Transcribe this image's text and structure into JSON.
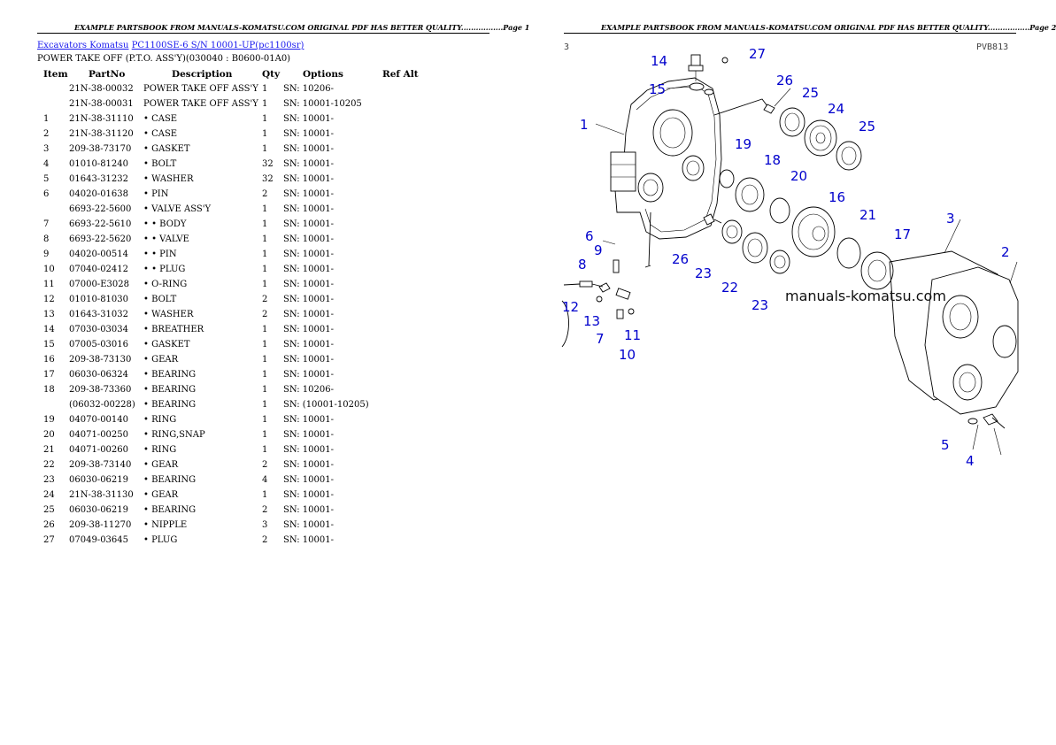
{
  "pages": [
    {
      "header": "EXAMPLE PARTSBOOK FROM MANUALS-KOMATSU.COM ORIGINAL PDF HAS BETTER QUALITY.................Page 1"
    },
    {
      "header": "EXAMPLE PARTSBOOK FROM MANUALS-KOMATSU.COM ORIGINAL PDF HAS BETTER QUALITY.................Page 2"
    }
  ],
  "breadcrumb": {
    "category": "Excavators Komatsu",
    "model": "PC1100SE-6 S/N 10001-UP(pc1100sr)"
  },
  "doc_title": "POWER TAKE OFF (P.T.O. ASS'Y)(030040 : B0600-01A0)",
  "table": {
    "headers": [
      "Item",
      "PartNo",
      "Description",
      "Qty",
      "Options",
      "Ref Alt"
    ],
    "rows": [
      [
        "",
        "21N-38-00032",
        "POWER TAKE OFF ASS'Y",
        "1",
        "SN: 10206-",
        ""
      ],
      [
        "",
        "21N-38-00031",
        "POWER TAKE OFF ASS'Y",
        "1",
        "SN: 10001-10205",
        ""
      ],
      [
        "1",
        "21N-38-31110",
        "• CASE",
        "1",
        "SN: 10001-",
        ""
      ],
      [
        "2",
        "21N-38-31120",
        "• CASE",
        "1",
        "SN: 10001-",
        ""
      ],
      [
        "3",
        "209-38-73170",
        "• GASKET",
        "1",
        "SN: 10001-",
        ""
      ],
      [
        "4",
        "01010-81240",
        "• BOLT",
        "32",
        "SN: 10001-",
        ""
      ],
      [
        "5",
        "01643-31232",
        "• WASHER",
        "32",
        "SN: 10001-",
        ""
      ],
      [
        "6",
        "04020-01638",
        "• PIN",
        "2",
        "SN: 10001-",
        ""
      ],
      [
        "",
        "6693-22-5600",
        "• VALVE ASS'Y",
        "1",
        "SN: 10001-",
        ""
      ],
      [
        "7",
        "6693-22-5610",
        "• • BODY",
        "1",
        "SN: 10001-",
        ""
      ],
      [
        "8",
        "6693-22-5620",
        "• • VALVE",
        "1",
        "SN: 10001-",
        ""
      ],
      [
        "9",
        "04020-00514",
        "• • PIN",
        "1",
        "SN: 10001-",
        ""
      ],
      [
        "10",
        "07040-02412",
        "• • PLUG",
        "1",
        "SN: 10001-",
        ""
      ],
      [
        "11",
        "07000-E3028",
        "• O-RING",
        "1",
        "SN: 10001-",
        ""
      ],
      [
        "12",
        "01010-81030",
        "• BOLT",
        "2",
        "SN: 10001-",
        ""
      ],
      [
        "13",
        "01643-31032",
        "• WASHER",
        "2",
        "SN: 10001-",
        ""
      ],
      [
        "14",
        "07030-03034",
        "• BREATHER",
        "1",
        "SN: 10001-",
        ""
      ],
      [
        "15",
        "07005-03016",
        "• GASKET",
        "1",
        "SN: 10001-",
        ""
      ],
      [
        "16",
        "209-38-73130",
        "• GEAR",
        "1",
        "SN: 10001-",
        ""
      ],
      [
        "17",
        "06030-06324",
        "• BEARING",
        "1",
        "SN: 10001-",
        ""
      ],
      [
        "18",
        "209-38-73360",
        "• BEARING",
        "1",
        "SN: 10206-",
        ""
      ],
      [
        "",
        "(06032-00228)",
        "• BEARING",
        "1",
        "SN: (10001-10205)",
        ""
      ],
      [
        "19",
        "04070-00140",
        "• RING",
        "1",
        "SN: 10001-",
        ""
      ],
      [
        "20",
        "04071-00250",
        "• RING,SNAP",
        "1",
        "SN: 10001-",
        ""
      ],
      [
        "21",
        "04071-00260",
        "• RING",
        "1",
        "SN: 10001-",
        ""
      ],
      [
        "22",
        "209-38-73140",
        "• GEAR",
        "2",
        "SN: 10001-",
        ""
      ],
      [
        "23",
        "06030-06219",
        "• BEARING",
        "4",
        "SN: 10001-",
        ""
      ],
      [
        "24",
        "21N-38-31130",
        "• GEAR",
        "1",
        "SN: 10001-",
        ""
      ],
      [
        "25",
        "06030-06219",
        "• BEARING",
        "2",
        "SN: 10001-",
        ""
      ],
      [
        "26",
        "209-38-11270",
        "• NIPPLE",
        "3",
        "SN: 10001-",
        ""
      ],
      [
        "27",
        "07049-03645",
        "• PLUG",
        "2",
        "SN: 10001-",
        ""
      ]
    ]
  },
  "diagram": {
    "corner_left": "3",
    "corner_right": "PVB813",
    "watermark": "manuals-komatsu.com",
    "callouts": [
      "14",
      "27",
      "26",
      "25",
      "24",
      "25",
      "15",
      "1",
      "19",
      "18",
      "20",
      "16",
      "21",
      "17",
      "3",
      "2",
      "6",
      "9",
      "26",
      "23",
      "22",
      "8",
      "12",
      "13",
      "7",
      "11",
      "10",
      "23",
      "5",
      "4"
    ]
  }
}
